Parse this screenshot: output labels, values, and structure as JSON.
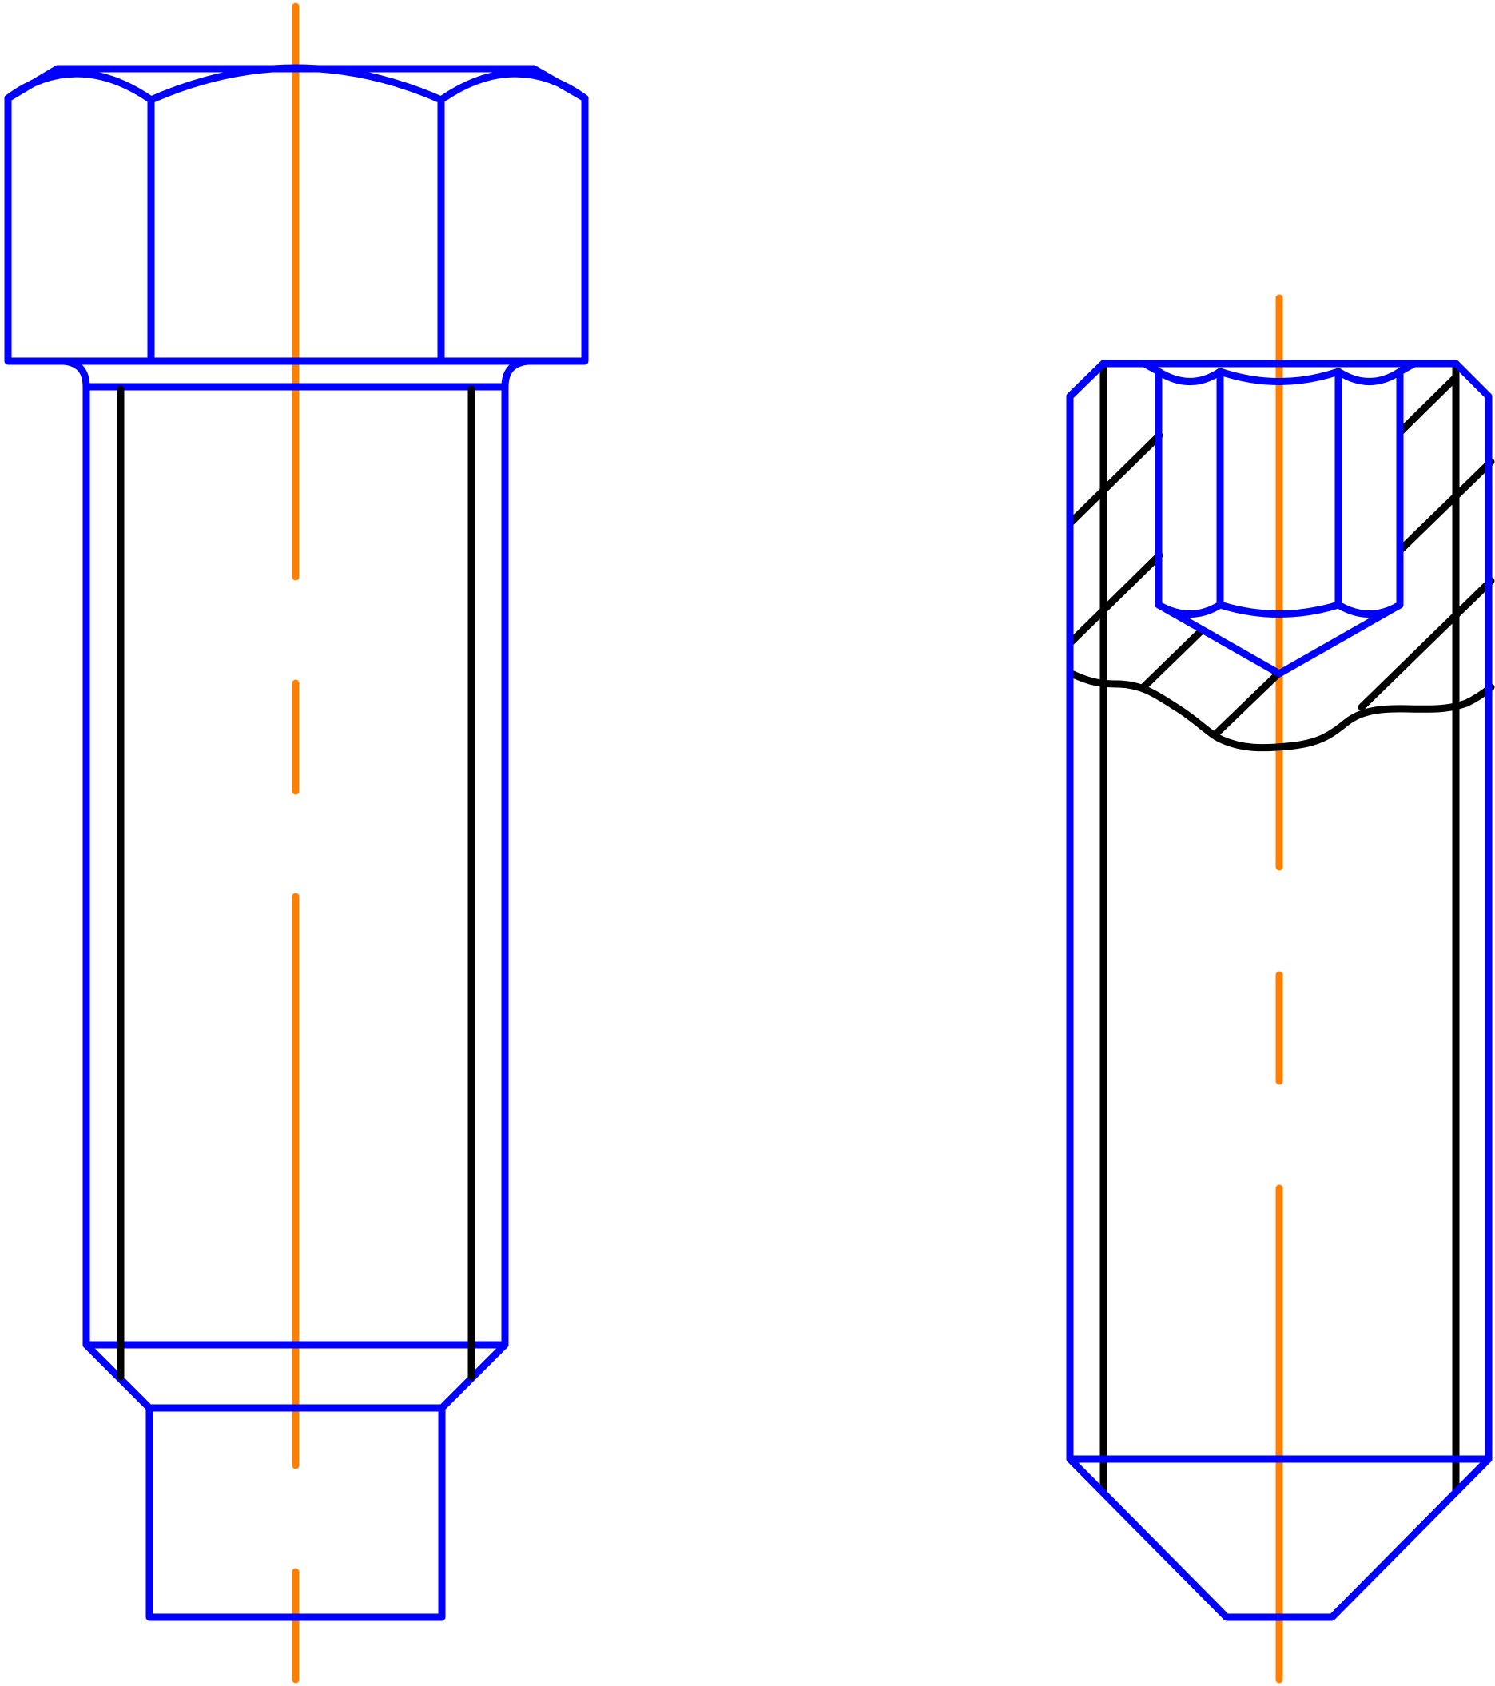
{
  "drawing": {
    "description_visible_text": "",
    "colors": {
      "outline": "#0000ff",
      "thread_lines": "#000000",
      "center_axis": "#ff7f00",
      "background": "#ffffff"
    },
    "parts": [
      {
        "name": "hex-head-bolt",
        "features": [
          "hex-head",
          "threaded-shank",
          "chamfered-end",
          "dog-point"
        ]
      },
      {
        "name": "socket-set-screw",
        "features": [
          "hex-socket",
          "partial-section-break",
          "hatching",
          "cone-point"
        ]
      }
    ]
  }
}
